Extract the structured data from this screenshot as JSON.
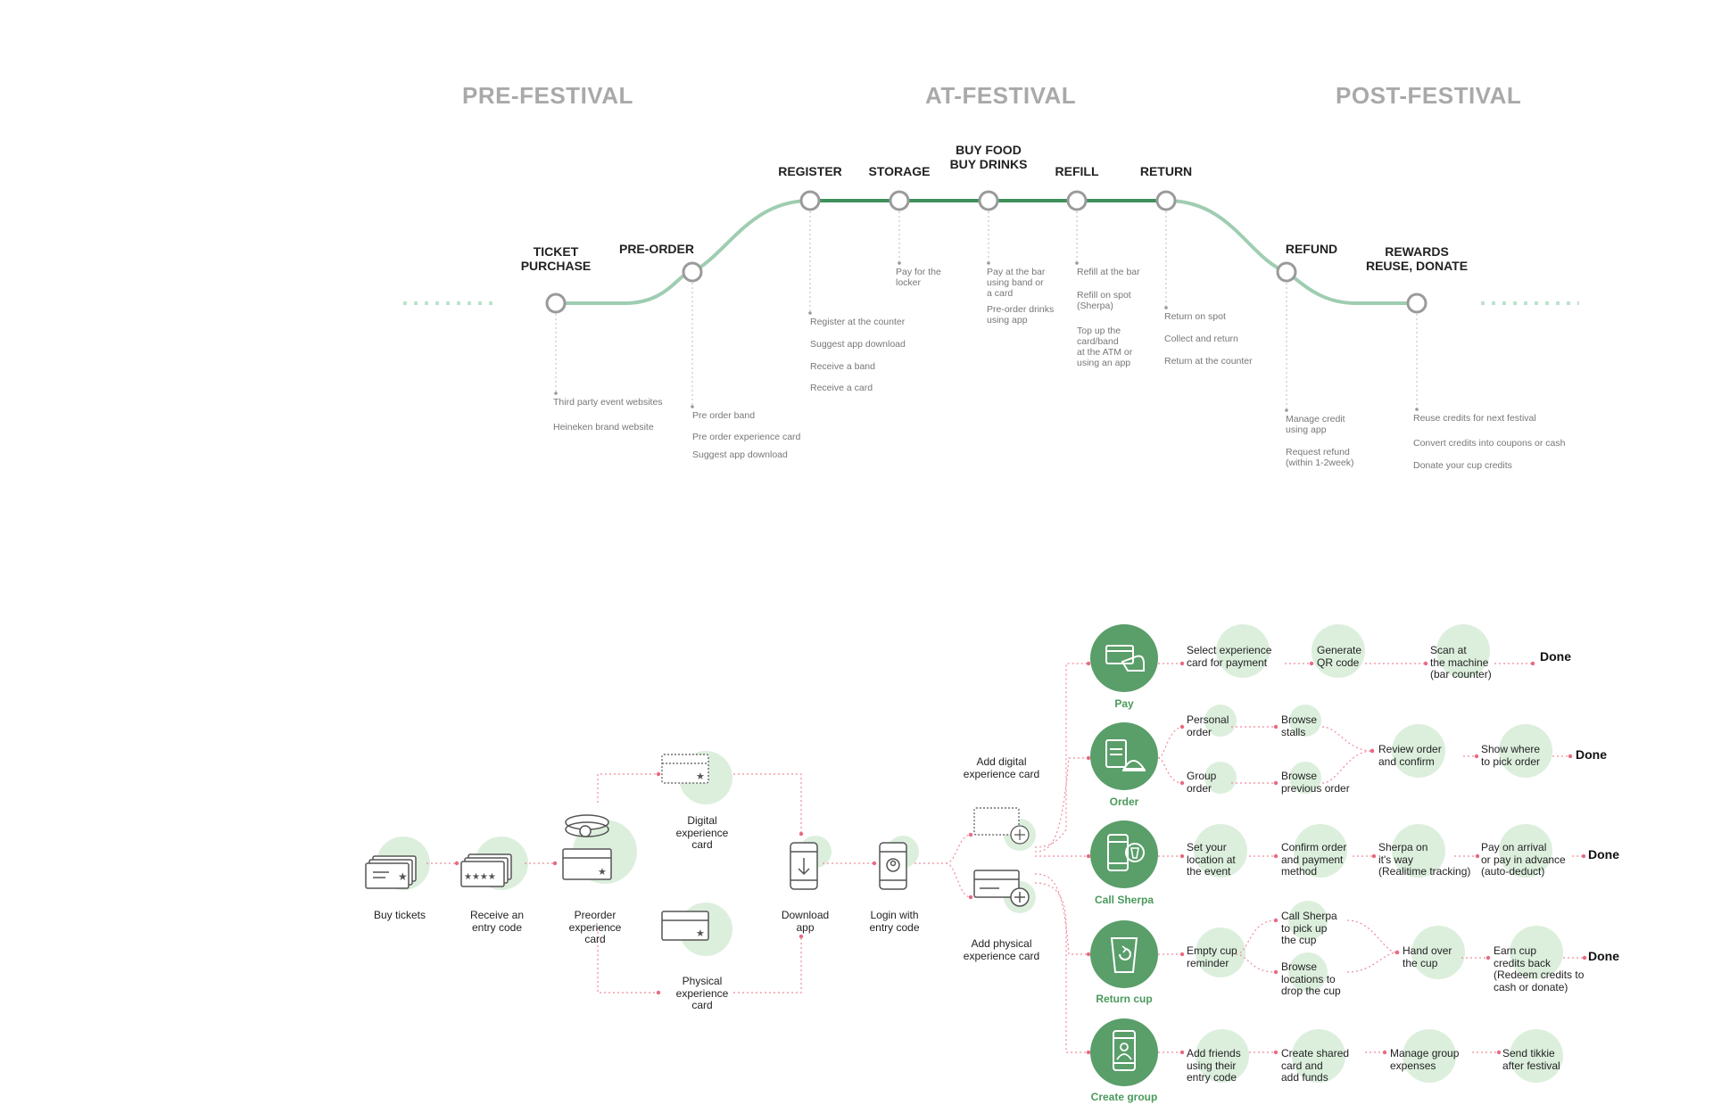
{
  "phases": [
    "PRE-FESTIVAL",
    "AT-FESTIVAL",
    "POST-FESTIVAL"
  ],
  "stages": [
    {
      "label": "TICKET\nPURCHASE",
      "notes": [
        "Third party event websites",
        "Heineken brand website"
      ]
    },
    {
      "label": "PRE-ORDER",
      "notes": [
        "Pre order band",
        "Pre order experience card",
        "Suggest app download"
      ]
    },
    {
      "label": "REGISTER",
      "notes": [
        "Register at the counter",
        "Suggest app download",
        "Receive a band",
        "Receive a card"
      ]
    },
    {
      "label": "STORAGE",
      "notes": [
        "Pay for the\nlocker"
      ]
    },
    {
      "label": "BUY FOOD\nBUY DRINKS",
      "notes": [
        "Pay at the bar\nusing band or\na card",
        "Pre-order drinks\nusing app"
      ]
    },
    {
      "label": "REFILL",
      "notes": [
        "Refill at the bar",
        "Refill on spot\n(Sherpa)",
        "Top up the\ncard/band\nat the ATM or\nusing an app"
      ]
    },
    {
      "label": "RETURN",
      "notes": [
        "Return on spot",
        "Collect and return",
        "Return at the counter"
      ]
    },
    {
      "label": "REFUND",
      "notes": [
        "Manage credit\nusing app",
        "Request refund\n(within 1-2week)"
      ]
    },
    {
      "label": "REWARDS\nREUSE, DONATE",
      "notes": [
        "Reuse credits for next festival",
        "Convert credits into coupons or cash",
        "Donate your cup credits"
      ]
    }
  ],
  "flow": {
    "onboarding": {
      "buy_tickets": "Buy tickets",
      "receive_code": "Receive an\nentry code",
      "preorder_card": "Preorder\nexperience\ncard",
      "digital_card": "Digital\nexperience\ncard",
      "physical_card": "Physical\nexperience\ncard",
      "download_app": "Download\napp",
      "login": "Login with\nentry code",
      "add_digital": "Add digital\nexperience card",
      "add_physical": "Add physical\nexperience card"
    },
    "categories": [
      {
        "name": "Pay",
        "icon": "pay-card-hand-icon"
      },
      {
        "name": "Order",
        "icon": "order-food-icon"
      },
      {
        "name": "Call Sherpa",
        "icon": "call-sherpa-phone-icon"
      },
      {
        "name": "Return cup",
        "icon": "return-cup-icon"
      },
      {
        "name": "Create group",
        "icon": "create-group-phone-icon"
      }
    ],
    "pay": [
      "Select experience\ncard for payment",
      "Generate\nQR code",
      "Scan at\nthe machine\n(bar counter)"
    ],
    "order": {
      "personal": "Personal\norder",
      "group": "Group\norder",
      "browse_stalls": "Browse\nstalls",
      "browse_previous": "Browse\nprevious order",
      "review": "Review order\nand confirm",
      "show_where": "Show where\nto pick order"
    },
    "sherpa": [
      "Set your\nlocation at\nthe event",
      "Confirm order\nand payment\nmethod",
      "Sherpa on\nit's way\n(Realitime tracking)",
      "Pay on arrival\nor pay in advance\n(auto-deduct)"
    ],
    "return_cup": {
      "reminder": "Empty cup\nreminder",
      "call_sherpa": "Call Sherpa\nto pick up\nthe cup",
      "browse_locations": "Browse\nlocations to\ndrop the cup",
      "hand_over": "Hand over\nthe cup",
      "earn": "Earn cup\ncredits back\n(Redeem credits to\ncash or donate)"
    },
    "group": [
      "Add friends\nusing their\nentry code",
      "Create shared\ncard and\nadd funds",
      "Manage group\nexpenses",
      "Send tikkie\nafter festival"
    ],
    "done": "Done"
  },
  "colors": {
    "curve": "#7fbf98",
    "curve_dark": "#3e8f5a",
    "bubble": "#dcefdd",
    "category": "#5a9e6a",
    "connector": "#f08a9a",
    "phase": "#a9a9a9"
  }
}
